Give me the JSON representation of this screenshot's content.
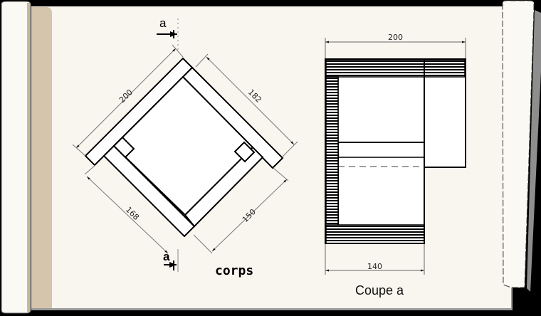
{
  "drawing": {
    "background_color": "#000000",
    "paper_color": "#F9F6EF",
    "roll_color": "#FBF9F3",
    "roll_shadow_color": "#D5C5AC",
    "line_color": "#000000",
    "dimension_line_color": "#777777"
  },
  "plan_view": {
    "title": "corps",
    "section_marker_top": "a",
    "section_marker_bottom": "a",
    "dimensions": {
      "top_left_edge": "200",
      "top_right_edge": "182",
      "bottom_left_edge": "168",
      "bottom_right_edge": "150"
    }
  },
  "section_view": {
    "title": "Coupe a",
    "dimensions": {
      "top_width": "200",
      "bottom_width": "140"
    }
  }
}
